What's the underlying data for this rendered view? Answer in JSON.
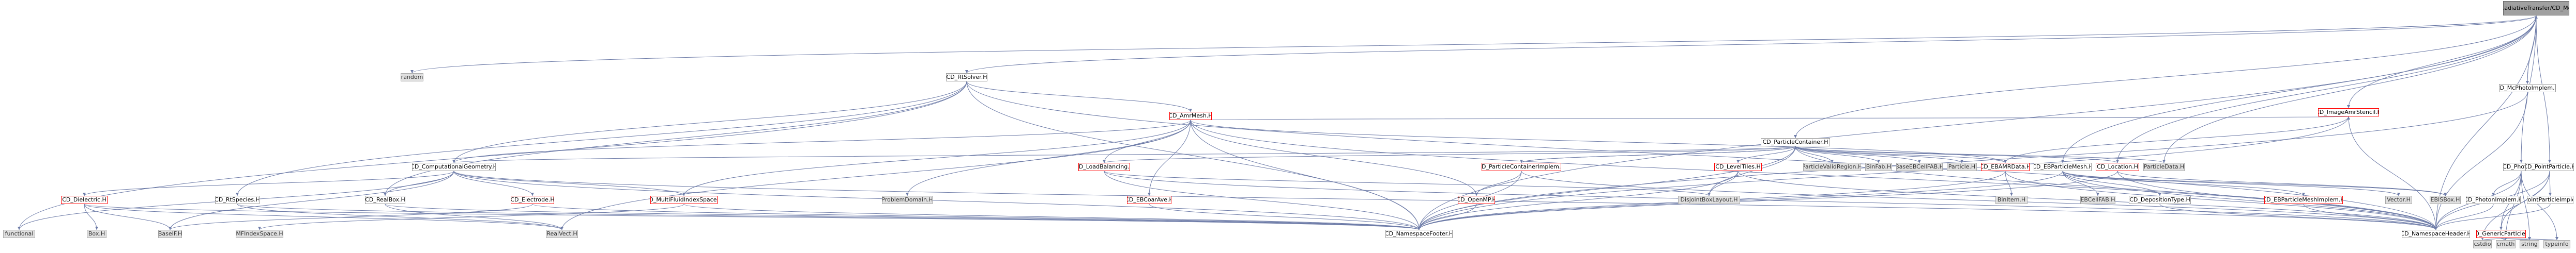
{
  "nodes": {
    "root": "Source/RadiativeTransfer/CD_McPhoto.H",
    "random": "random",
    "rtsolver": "CD_RtSolver.H",
    "mcphotonimplem": "CD_McPhotoImplem.H",
    "amrmesh": "CD_AmrMesh.H",
    "imagemrstencil": "CD_ImageAmrStencil.H",
    "particlecontainer": "CD_ParticleContainer.H",
    "photon": "CD_Photon.H",
    "pointparticle": "CD_PointParticle.H",
    "computationalgeometry": "CD_ComputationalGeometry.H",
    "loadbalancing": "CD_LoadBalancing.H",
    "particlecontainerimplem": "CD_ParticleContainerImplem.H",
    "leveltiles": "CD_LevelTiles.H",
    "particlevalidregion": "ParticleValidRegion.H",
    "binfab": "BinFab.H",
    "baseebcellfab": "BaseEBCellFAB.H",
    "particle": "Particle.H",
    "ebamrdata": "CD_EBAMRData.H",
    "ebparticlemesh": "CD_EBParticleMesh.H",
    "location": "CD_Location.H",
    "particledata": "ParticleData.H",
    "dielectric": "CD_Dielectric.H",
    "rtspecies": "CD_RtSpecies.H",
    "realbox": "CD_RealBox.H",
    "electrode": "CD_Electrode.H",
    "multifluidindexspace": "CD_MultiFluidIndexSpace.H",
    "problemdomain": "ProblemDomain.H",
    "ebcoarave": "CD_EBCoarAve.H",
    "openmp": "CD_OpenMP.H",
    "disjointboxlayout": "DisjointBoxLayout.H",
    "binitem": "BinItem.H",
    "ebcellfab": "EBCellFAB.H",
    "depositiontype": "CD_DepositionType.H",
    "ebparticlemeshimplem": "CD_EBParticleMeshImplem.H",
    "vector": "Vector.H",
    "ebisbox": "EBISBox.H",
    "photonimplem": "CD_PhotonImplem.H",
    "pointparticleimplem": "CD_PointParticleImplem.H",
    "genericparticle": "CD_GenericParticle.H",
    "functional": "functional",
    "box": "Box.H",
    "basefab": "BaseIF.H",
    "mfindexspace": "MFIndexSpace.H",
    "realvect": "RealVect.H",
    "namespacefooter": "CD_NamespaceFooter.H",
    "namespaceheader": "CD_NamespaceHeader.H",
    "cstdio": "cstdio",
    "cmath": "cmath",
    "string": "string",
    "typeinfo": "typeinfo"
  }
}
